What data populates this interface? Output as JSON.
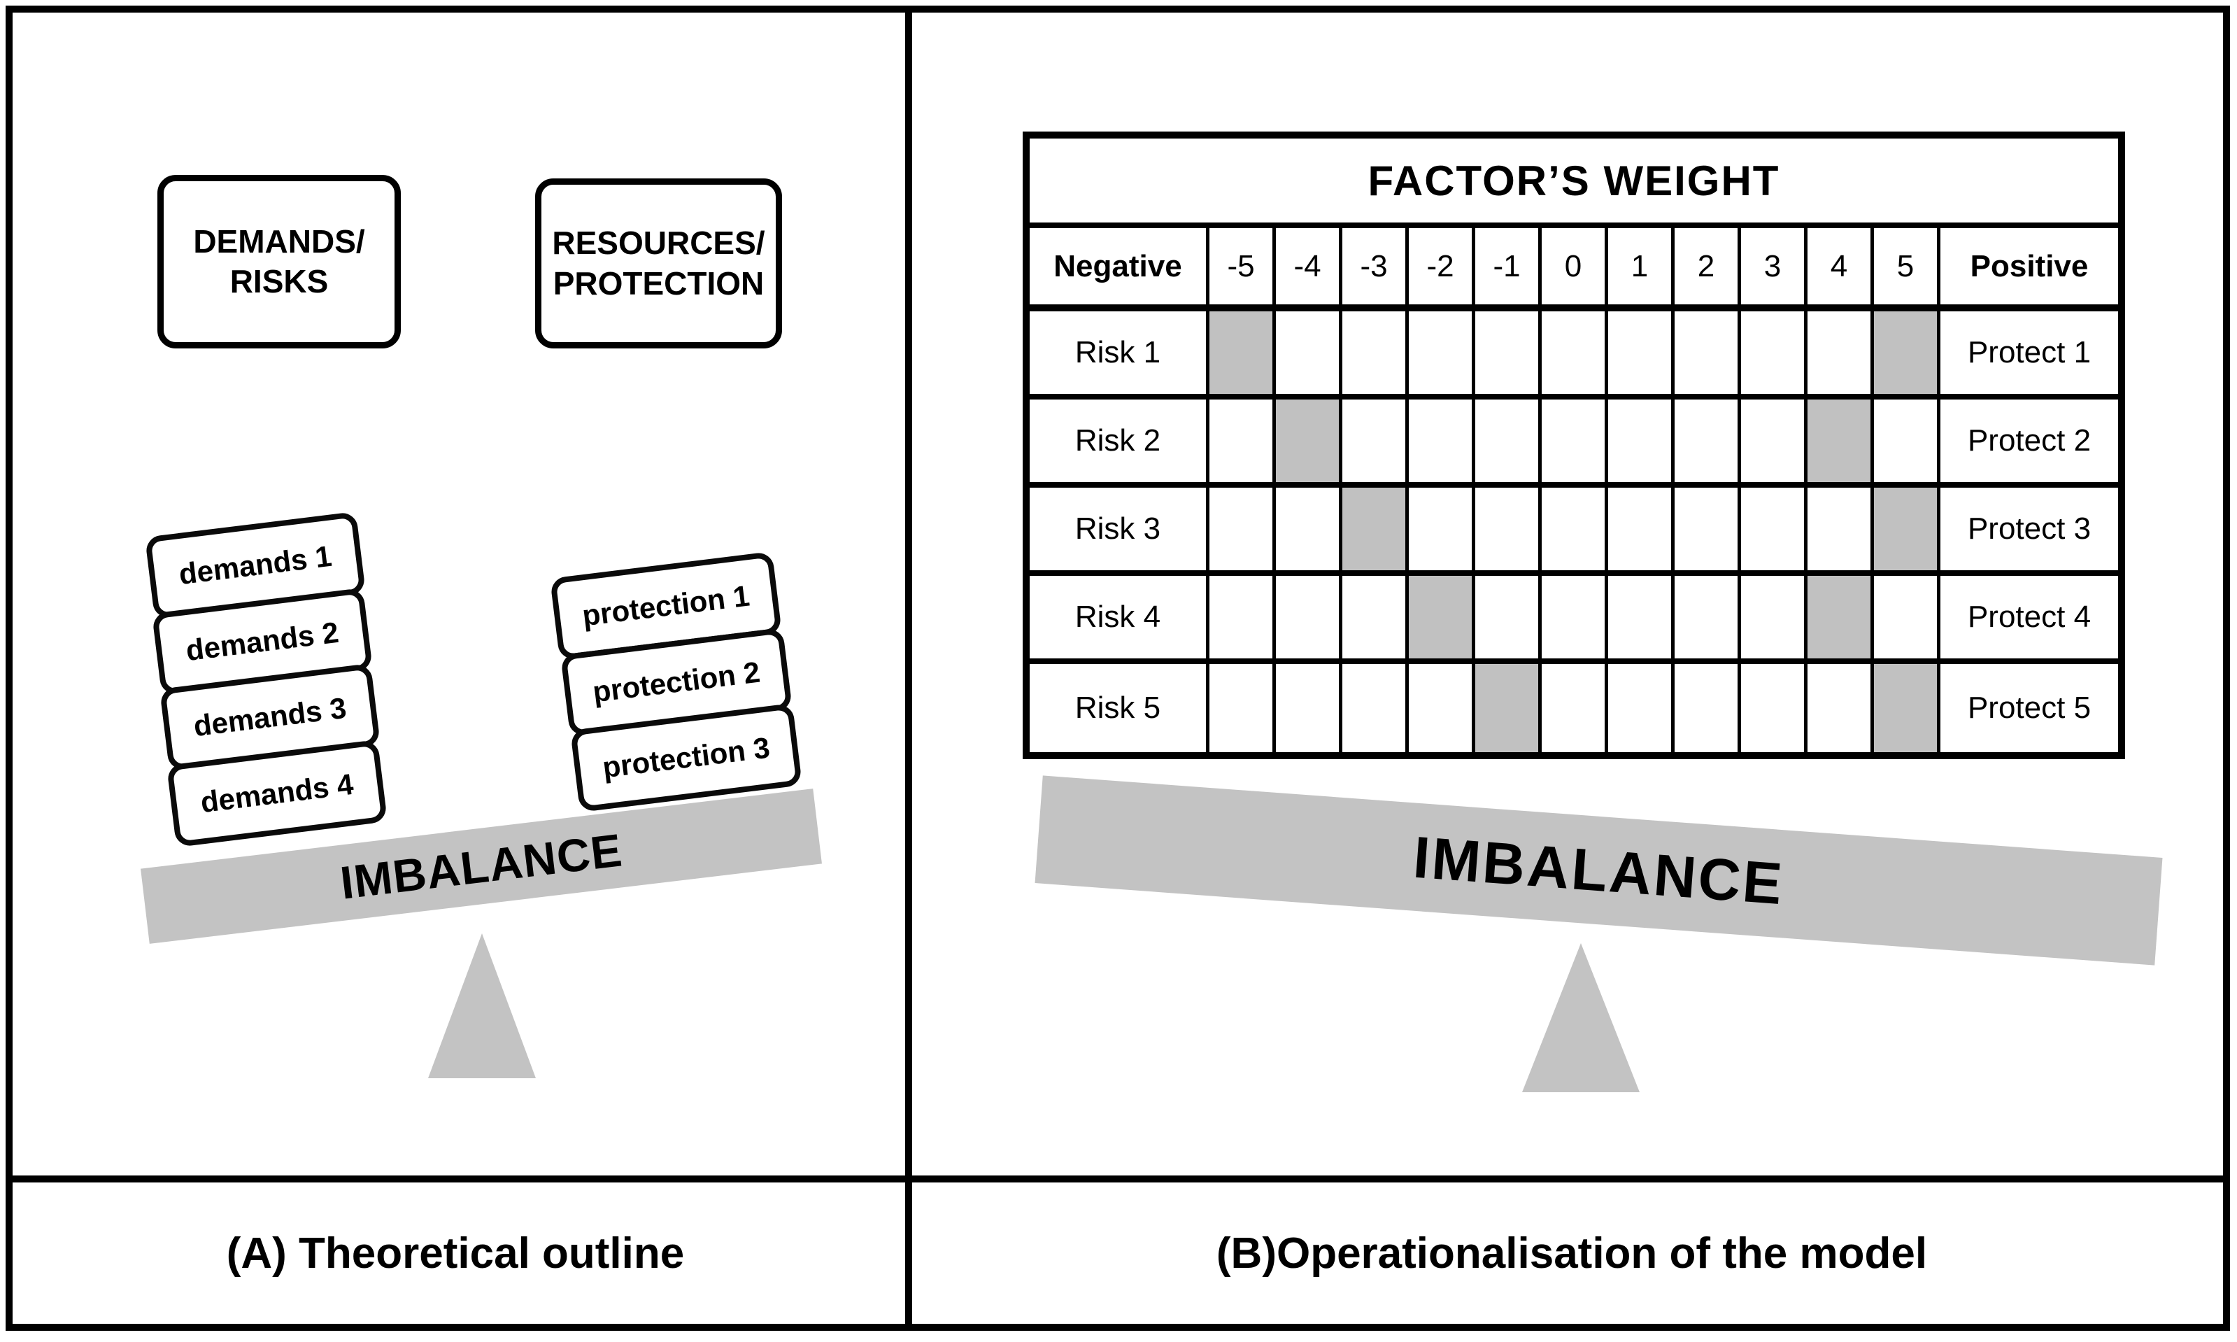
{
  "panel_a": {
    "caption": "(A) Theoretical outline",
    "left_box": {
      "line1": "DEMANDS/",
      "line2": "RISKS"
    },
    "right_box": {
      "line1": "RESOURCES/",
      "line2": "PROTECTION"
    },
    "demand_tags": [
      "demands 1",
      "demands 2",
      "demands 3",
      "demands 4"
    ],
    "protection_tags": [
      "protection 1",
      "protection 2",
      "protection 3"
    ],
    "beam_label": "IMBALANCE"
  },
  "panel_b": {
    "caption": "(B)Operationalisation of the model",
    "beam_label": "IMBALANCE",
    "table": {
      "title": "FACTOR’S WEIGHT",
      "left_header": "Negative",
      "right_header": "Positive",
      "scale": [
        "-5",
        "-4",
        "-3",
        "-2",
        "-1",
        "0",
        "1",
        "2",
        "3",
        "4",
        "5"
      ],
      "rows": [
        {
          "risk": "Risk 1",
          "protect": "Protect 1",
          "shaded_weights": [
            -5,
            5
          ]
        },
        {
          "risk": "Risk 2",
          "protect": "Protect 2",
          "shaded_weights": [
            -4,
            4
          ]
        },
        {
          "risk": "Risk 3",
          "protect": "Protect 3",
          "shaded_weights": [
            -3,
            5
          ]
        },
        {
          "risk": "Risk 4",
          "protect": "Protect 4",
          "shaded_weights": [
            -2,
            4
          ]
        },
        {
          "risk": "Risk 5",
          "protect": "Protect 5",
          "shaded_weights": [
            -1,
            5
          ]
        }
      ]
    }
  },
  "colors": {
    "line": "#000000",
    "beam_gray": "#c3c3c3",
    "cell_gray": "#c1c1c1",
    "background": "#ffffff"
  }
}
